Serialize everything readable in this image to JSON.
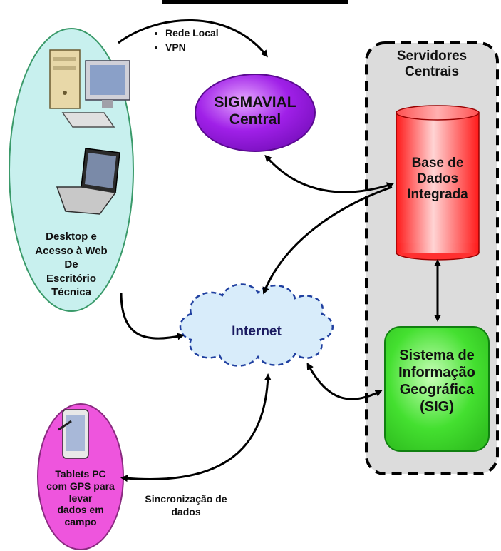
{
  "nodes": {
    "servers_title": "Servidores\nCentrais",
    "sigmavial": "SIGMAVIAL\nCentral",
    "database": "Base de\nDados\nIntegrada",
    "sig": "Sistema de\nInformação\nGeográfica\n(SIG)",
    "internet": "Internet",
    "desktop": "Desktop e\nAcesso à Web\nDe\nEscritório\nTécnica",
    "tablets": "Tablets PC\ncom GPS para\nlevar\ndados em\ncampo"
  },
  "edges": {
    "desktop_sigmavial": [
      "Rede Local",
      "VPN"
    ],
    "tablets_internet": "Sincronização de\ndados"
  },
  "colors": {
    "desktop_fill": "#c8f0ee",
    "desktop_stroke": "#3a9a6a",
    "sigmavial_fill": "#a020e8",
    "database_fill": "#ff2020",
    "sig_fill": "#44e030",
    "tablets_fill": "#ee55dd",
    "cloud_fill": "#d8ecfa",
    "cloud_stroke": "#2040a0",
    "servers_fill": "#dcdcdc"
  },
  "icons": [
    "desktop-computer-icon",
    "laptop-icon",
    "tablet-pen-icon"
  ]
}
